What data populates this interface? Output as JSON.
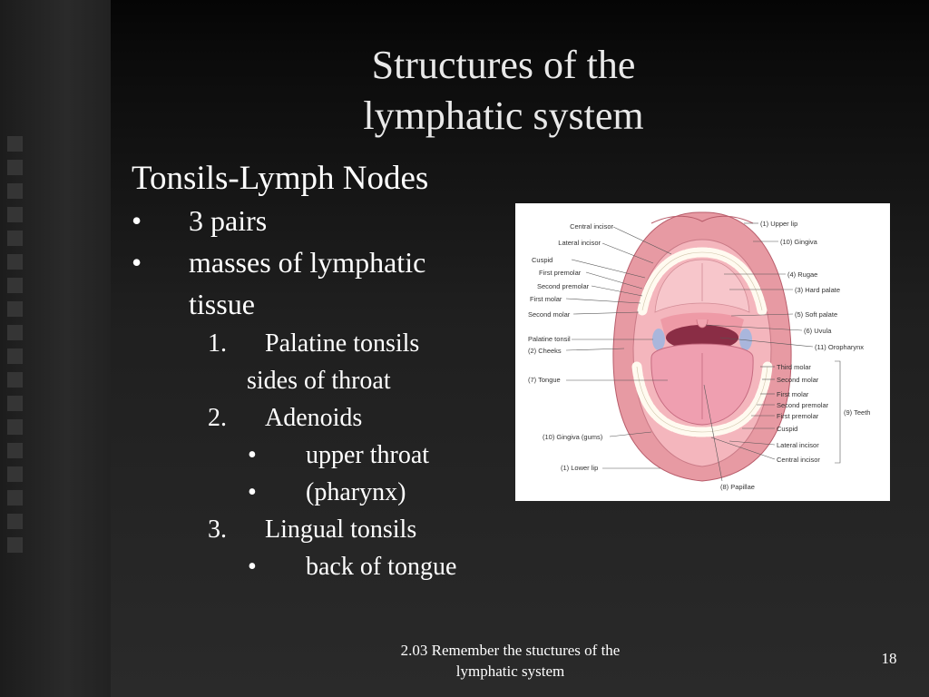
{
  "slide": {
    "title_line1": "Structures of  the",
    "title_line2": "lymphatic system",
    "heading": "Tonsils-Lymph Nodes",
    "bullets": [
      "3 pairs",
      "masses of lymphatic",
      "tissue"
    ],
    "bullet_mark": "•",
    "items": [
      {
        "number": "1.",
        "label": "Palatine tonsils",
        "continuation": "sides of throat"
      },
      {
        "number": "2.",
        "label": "Adenoids",
        "subs": [
          "upper throat",
          "(pharynx)"
        ]
      },
      {
        "number": "3.",
        "label": "Lingual tonsils",
        "subs": [
          "back of tongue"
        ]
      }
    ]
  },
  "figure": {
    "left_labels": [
      "Central incisor",
      "Lateral incisor",
      "Cuspid",
      "First premolar",
      "Second premolar",
      "First molar",
      "Second molar",
      "Palatine tonsil",
      "(2) Cheeks",
      "(7) Tongue",
      "(10) Gingiva (gums)",
      "(1) Lower lip"
    ],
    "right_labels": [
      "(1) Upper lip",
      "(10) Gingiva",
      "(4) Rugae",
      "(3) Hard palate",
      "(5) Soft palate",
      "(6) Uvula",
      "(11) Oropharynx",
      "Third molar",
      "Second molar",
      "First molar",
      "Second premolar",
      "First premolar",
      "Cuspid",
      "Lateral incisor",
      "Central incisor"
    ],
    "teeth_label": "(9) Teeth",
    "bottom_label": "(8) Papillae"
  },
  "footer": {
    "line1": "2.03 Remember the stuctures of the",
    "line2": "lymphatic system",
    "page": "18"
  },
  "colors": {
    "background": "#1f1f1f",
    "text": "#ffffff",
    "lip": "#e79aa3",
    "tongue": "#ef9fb0"
  }
}
